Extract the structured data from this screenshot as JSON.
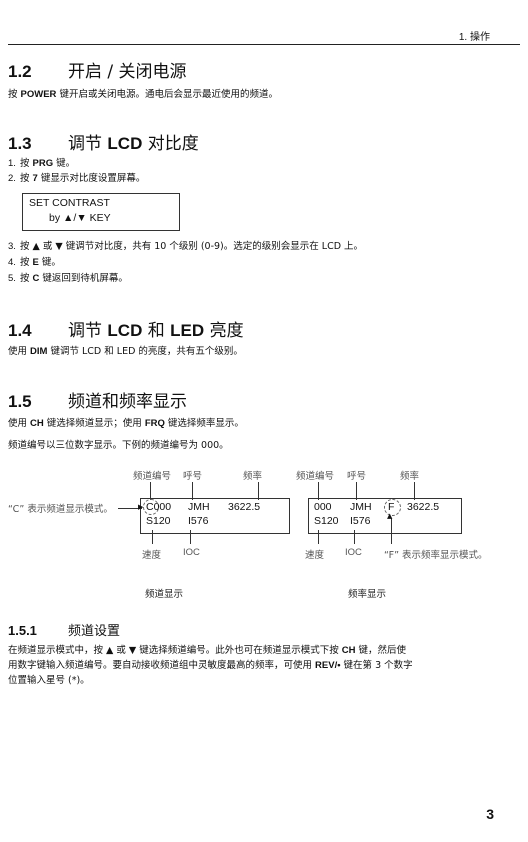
{
  "header": {
    "chapter": "1. 操作"
  },
  "sections": {
    "s12": {
      "num": "1.2",
      "title": "开启 / 关闭电源",
      "text_pre": "按 ",
      "key": "POWER",
      "text_post": " 键开启或关闭电源。通电后会显示最近使用的频道。"
    },
    "s13": {
      "num": "1.3",
      "title_pre": "调节 ",
      "title_bold": "LCD",
      "title_post": " 对比度",
      "step1_n": "1.",
      "step1_pre": "按 ",
      "step1_key": "PRG",
      "step1_post": " 键。",
      "step2_n": "2.",
      "step2_pre": "按 ",
      "step2_key": "7",
      "step2_post": " 键显示对比度设置屏幕。",
      "lcd_line1": "SET CONTRAST",
      "lcd_line2": "by ▲/▼ KEY",
      "step3_n": "3.",
      "step3": "按 ▲ 或 ▼ 键调节对比度，共有 10 个级别 (0-9)。选定的级别会显示在 LCD 上。",
      "step4_n": "4.",
      "step4_pre": "按 ",
      "step4_key": "E",
      "step4_post": " 键。",
      "step5_n": "5.",
      "step5_pre": "按 ",
      "step5_key": "C",
      "step5_post": " 键返回到待机屏幕。"
    },
    "s14": {
      "num": "1.4",
      "title_pre": "调节 ",
      "title_b1": "LCD",
      "title_mid": " 和 ",
      "title_b2": "LED",
      "title_post": " 亮度",
      "text_pre": "使用 ",
      "key": "DIM",
      "text_post": " 键调节 LCD 和 LED 的亮度，共有五个级别。"
    },
    "s15": {
      "num": "1.5",
      "title": "频道和频率显示",
      "line1_pre": "使用 ",
      "line1_k1": "CH",
      "line1_mid": " 键选择频道显示；使用 ",
      "line1_k2": "FRQ",
      "line1_post": " 键选择频率显示。",
      "line2": "频道编号以三位数字显示。下例的频道编号为 000。"
    },
    "s151": {
      "num": "1.5.1",
      "title": "频道设置",
      "p1_a": "在频道显示模式中，按 ▲ 或 ▼ 键选择频道编号。此外也可在频道显示模式下按 ",
      "p1_k1": "CH",
      "p1_b": " 键，然后使",
      "p2_a": "用数字键输入频道编号。要自动接收频道组中灵敏度最高的频率，可使用 ",
      "p2_k": "REV/•",
      "p2_b": " 键在第 3 个数字",
      "p3": "位置输入星号 (*)。"
    }
  },
  "diagram": {
    "left": {
      "top_labels": [
        "频道编号",
        "呼号",
        "频率"
      ],
      "row1": [
        "C000",
        "JMH",
        "3622.5"
      ],
      "row2": [
        "S120",
        "I576"
      ],
      "bottom_labels": [
        "速度",
        "IOC"
      ],
      "side_note": "“C” 表示频道显示模式。",
      "caption": "频道显示"
    },
    "right": {
      "top_labels": [
        "频道编号",
        "呼号",
        "频率"
      ],
      "row1": [
        "000",
        "JMH",
        "F",
        "3622.5"
      ],
      "row2": [
        "S120",
        "I576"
      ],
      "bottom_labels": [
        "速度",
        "IOC"
      ],
      "side_note": "“F” 表示频率显示模式。",
      "caption": "频率显示"
    }
  },
  "footer": {
    "page": "3"
  }
}
